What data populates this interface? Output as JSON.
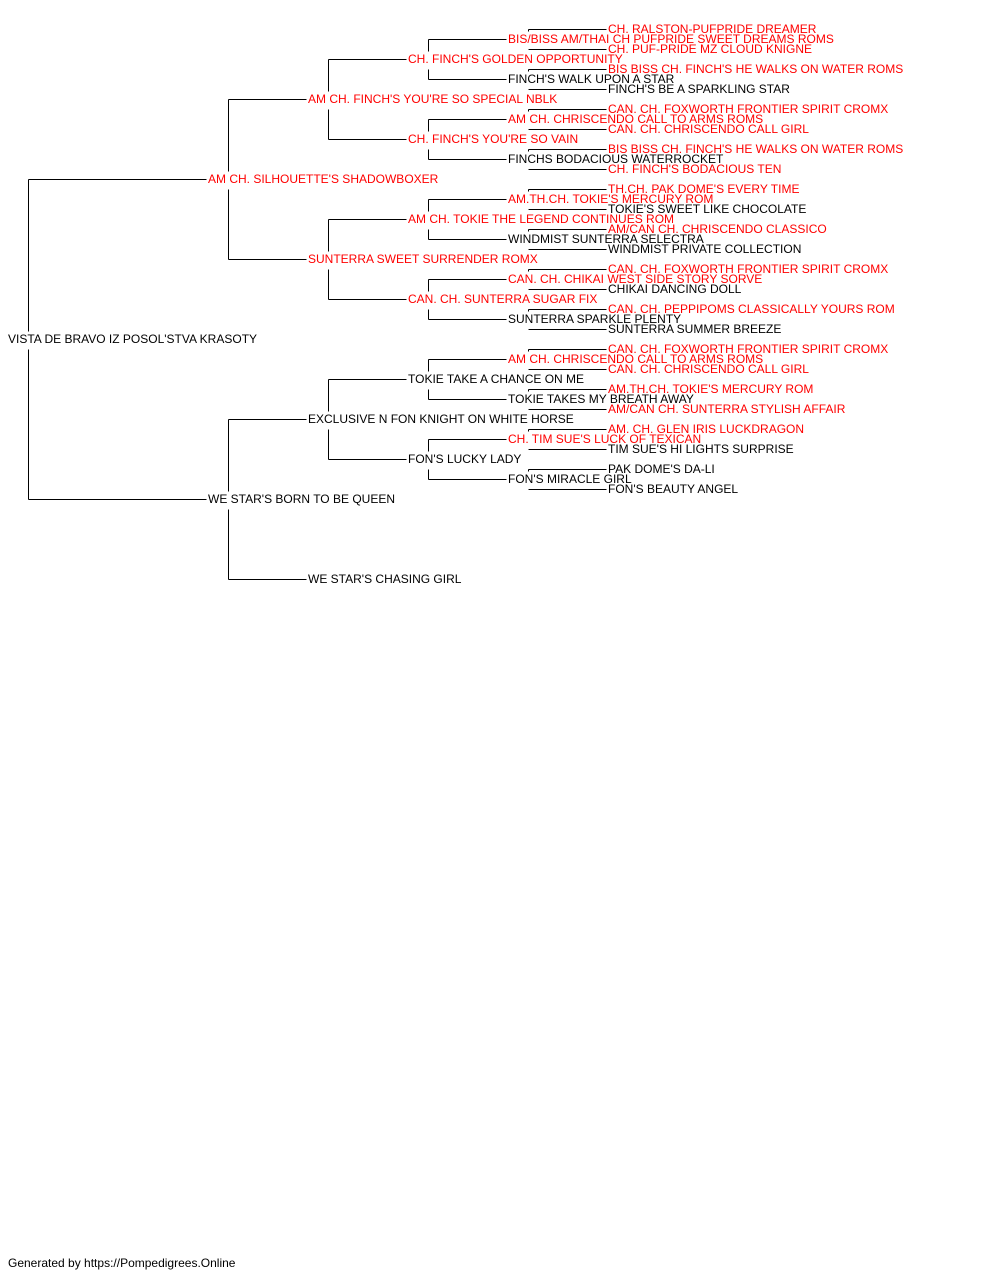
{
  "colors": {
    "champion": "#ff0000",
    "normal": "#000000",
    "line": "#000000"
  },
  "subject": {
    "name": "VISTA DE BRAVO IZ POSOL'STVA KRASOTY",
    "champion": false
  },
  "sire": {
    "name": "AM CH. SILHOUETTE'S SHADOWBOXER",
    "champion": true,
    "sire": {
      "name": "AM CH. FINCH'S YOU'RE SO SPECIAL NBLK",
      "champion": true,
      "sire": {
        "name": "CH. FINCH'S GOLDEN OPPORTUNITY",
        "champion": true,
        "sire": {
          "name": "BIS/BISS AM/THAI CH PUFPRIDE SWEET DREAMS ROMS",
          "champion": true,
          "sire": {
            "name": "CH. RALSTON-PUFPRIDE DREAMER",
            "champion": true
          },
          "dam": {
            "name": "CH. PUF-PRIDE MZ CLOUD KNIGNE",
            "champion": true
          }
        },
        "dam": {
          "name": "FINCH'S WALK UPON A STAR",
          "champion": false,
          "sire": {
            "name": "BIS BISS CH. FINCH'S HE WALKS ON WATER ROMS",
            "champion": true
          },
          "dam": {
            "name": "FINCH'S BE A SPARKLING STAR",
            "champion": false
          }
        }
      },
      "dam": {
        "name": "CH. FINCH'S YOU'RE SO VAIN",
        "champion": true,
        "sire": {
          "name": "AM CH. CHRISCENDO CALL TO ARMS ROMS",
          "champion": true,
          "sire": {
            "name": "CAN. CH. FOXWORTH FRONTIER SPIRIT CROMX",
            "champion": true
          },
          "dam": {
            "name": "CAN. CH. CHRISCENDO CALL GIRL",
            "champion": true
          }
        },
        "dam": {
          "name": "FINCHS BODACIOUS WATERROCKET",
          "champion": false,
          "sire": {
            "name": "BIS BISS CH. FINCH'S HE WALKS ON WATER ROMS",
            "champion": true
          },
          "dam": {
            "name": "CH. FINCH'S BODACIOUS TEN",
            "champion": true
          }
        }
      }
    },
    "dam": {
      "name": "SUNTERRA SWEET SURRENDER ROMX",
      "champion": true,
      "sire": {
        "name": "AM CH. TOKIE THE LEGEND CONTINUES ROM",
        "champion": true,
        "sire": {
          "name": "AM.TH.CH. TOKIE'S MERCURY ROM",
          "champion": true,
          "sire": {
            "name": "TH.CH. PAK DOME'S EVERY TIME",
            "champion": true
          },
          "dam": {
            "name": "TOKIE'S SWEET LIKE CHOCOLATE",
            "champion": false
          }
        },
        "dam": {
          "name": "WINDMIST SUNTERRA SELECTRA",
          "champion": false,
          "sire": {
            "name": "AM/CAN CH. CHRISCENDO CLASSICO",
            "champion": true
          },
          "dam": {
            "name": "WINDMIST PRIVATE COLLECTION",
            "champion": false
          }
        }
      },
      "dam": {
        "name": "CAN. CH. SUNTERRA SUGAR FIX",
        "champion": true,
        "sire": {
          "name": "CAN. CH. CHIKAI WEST SIDE STORY SORVE",
          "champion": true,
          "sire": {
            "name": "CAN. CH. FOXWORTH FRONTIER SPIRIT CROMX",
            "champion": true
          },
          "dam": {
            "name": "CHIKAI DANCING DOLL",
            "champion": false
          }
        },
        "dam": {
          "name": "SUNTERRA SPARKLE PLENTY",
          "champion": false,
          "sire": {
            "name": "CAN. CH. PEPPIPOMS CLASSICALLY YOURS ROM",
            "champion": true
          },
          "dam": {
            "name": "SUNTERRA SUMMER BREEZE",
            "champion": false
          }
        }
      }
    }
  },
  "dam": {
    "name": "WE STAR'S BORN TO BE QUEEN",
    "champion": false,
    "sire": {
      "name": "EXCLUSIVE N FON KNIGHT ON WHITE HORSE",
      "champion": false,
      "sire": {
        "name": "TOKIE TAKE A CHANCE ON ME",
        "champion": false,
        "sire": {
          "name": "AM CH. CHRISCENDO CALL TO ARMS ROMS",
          "champion": true,
          "sire": {
            "name": "CAN. CH. FOXWORTH FRONTIER SPIRIT CROMX",
            "champion": true
          },
          "dam": {
            "name": "CAN. CH. CHRISCENDO CALL GIRL",
            "champion": true
          }
        },
        "dam": {
          "name": "TOKIE TAKES MY BREATH AWAY",
          "champion": false,
          "sire": {
            "name": "AM.TH.CH. TOKIE'S MERCURY ROM",
            "champion": true
          },
          "dam": {
            "name": "AM/CAN CH. SUNTERRA STYLISH AFFAIR",
            "champion": true
          }
        }
      },
      "dam": {
        "name": "FON'S LUCKY LADY",
        "champion": false,
        "sire": {
          "name": "CH. TIM SUE'S LUCK OF TEXICAN",
          "champion": true,
          "sire": {
            "name": "AM. CH. GLEN IRIS LUCKDRAGON",
            "champion": true
          },
          "dam": {
            "name": "TIM SUE'S HI LIGHTS SURPRISE",
            "champion": false
          }
        },
        "dam": {
          "name": "FON'S MIRACLE GIRL",
          "champion": false,
          "sire": {
            "name": "PAK DOME'S DA-LI",
            "champion": false
          },
          "dam": {
            "name": "FON'S BEAUTY ANGEL",
            "champion": false
          }
        }
      }
    },
    "dam": {
      "name": "WE STAR'S CHASING GIRL",
      "champion": false
    }
  },
  "footer": "Generated by https://Pompedigrees.Online"
}
